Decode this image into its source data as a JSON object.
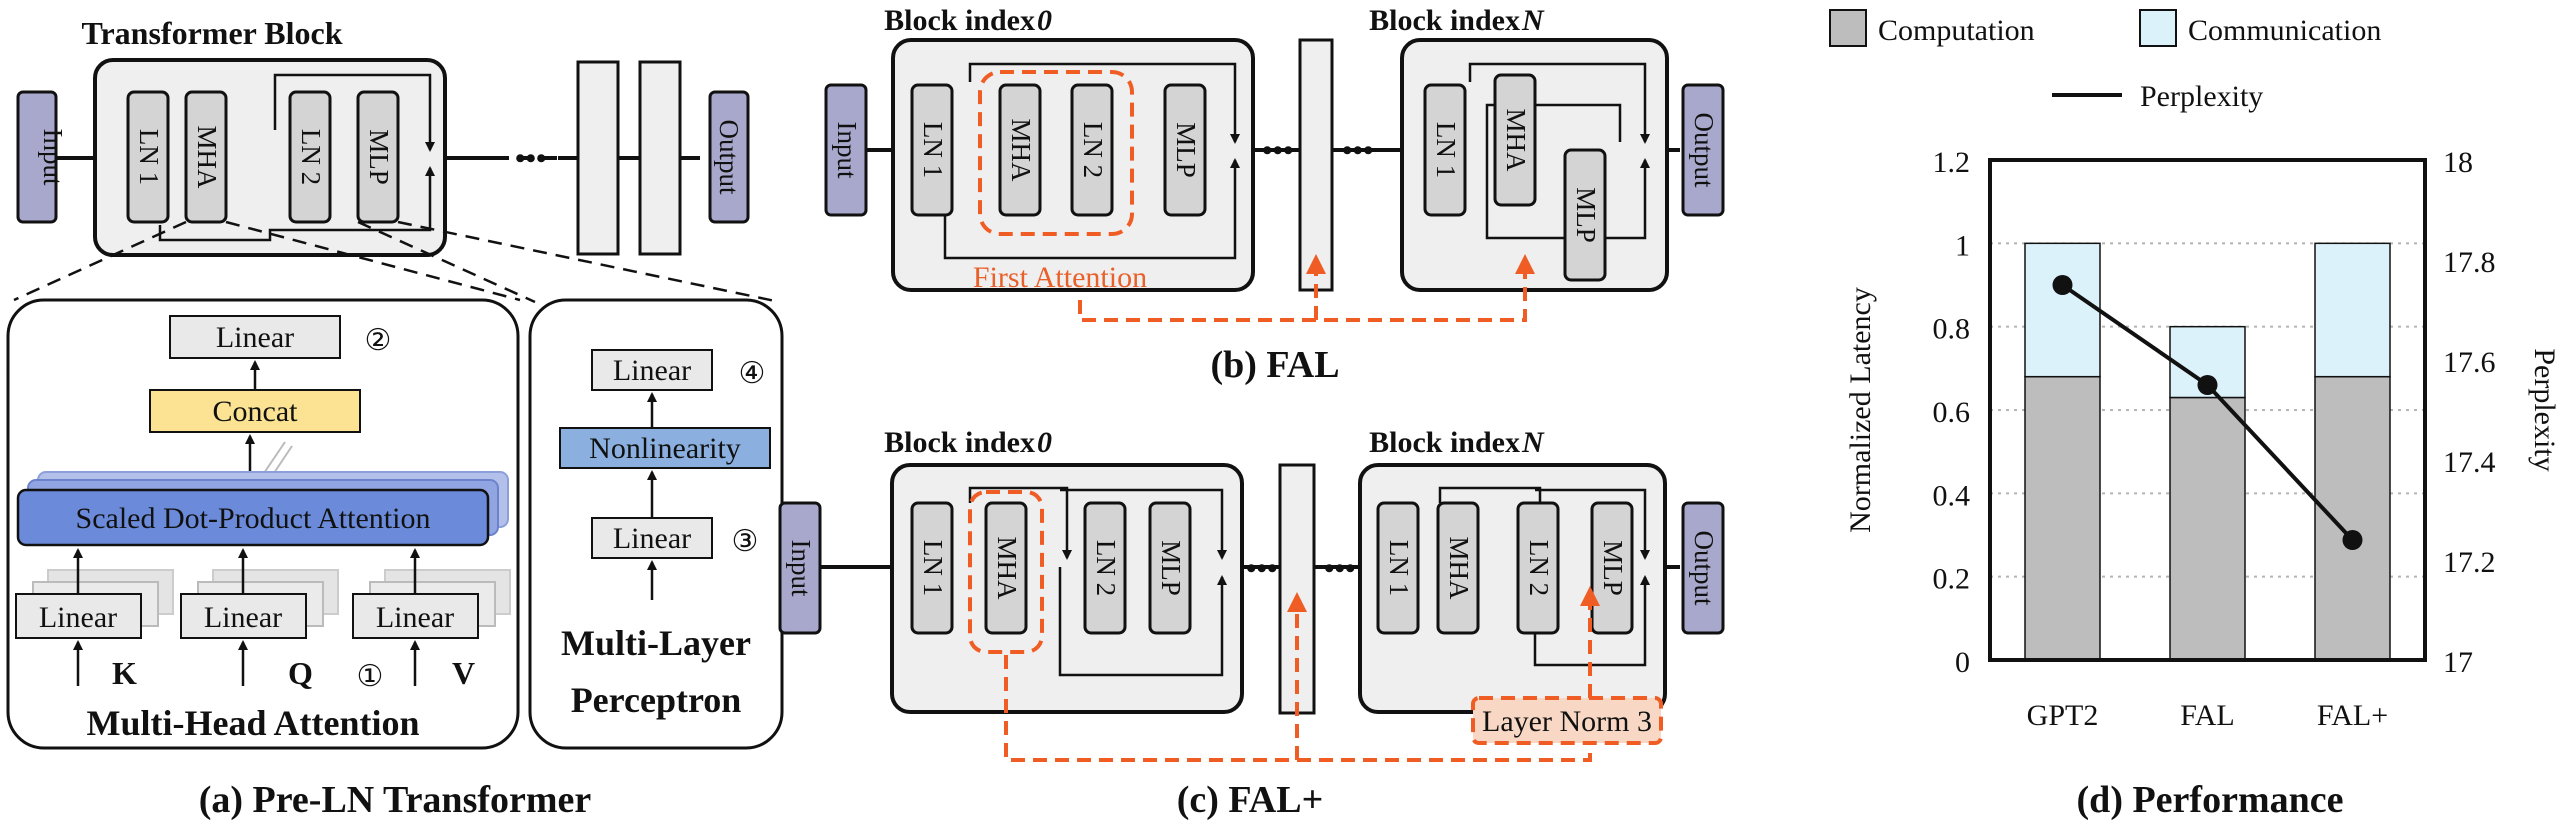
{
  "panel_a": {
    "title": "Transformer Block",
    "input": "Input",
    "output": "Output",
    "ln1": "LN 1",
    "mha": "MHA",
    "ln2": "LN 2",
    "mlp": "MLP",
    "ellipsis": "•••",
    "mha_detail": {
      "linear": "Linear",
      "concat": "Concat",
      "sdpa": "Scaled Dot-Product Attention",
      "k": "K",
      "q": "Q",
      "v": "V",
      "marker1": "①",
      "marker2": "②",
      "title": "Multi-Head Attention"
    },
    "mlp_detail": {
      "linear": "Linear",
      "nonlinearity": "Nonlinearity",
      "marker3": "③",
      "marker4": "④",
      "title_line1": "Multi-Layer",
      "title_line2": "Perceptron"
    },
    "caption": "(a) Pre-LN Transformer"
  },
  "panel_b": {
    "block0": "Block index ",
    "block0_idx": "0",
    "blockN": "Block index ",
    "blockN_idx": "N",
    "first_attention": "First Attention",
    "caption": "(b) FAL"
  },
  "panel_c": {
    "block0": "Block index ",
    "block0_idx": "0",
    "blockN": "Block index ",
    "blockN_idx": "N",
    "layer_norm3": "Layer Norm 3",
    "caption": "(c) FAL+"
  },
  "panel_d": {
    "legend": {
      "computation": "Computation",
      "communication": "Communication",
      "perplexity": "Perplexity"
    },
    "ylabel_left": "Normalized Latency",
    "ylabel_right": "Perplexity",
    "caption": "(d) Performance"
  },
  "chart_data": {
    "type": "bar",
    "categories": [
      "GPT2",
      "FAL",
      "FAL+"
    ],
    "series": [
      {
        "name": "Computation",
        "values": [
          0.68,
          0.63,
          0.68
        ],
        "color": "#bdbdbd"
      },
      {
        "name": "Communication",
        "values": [
          0.32,
          0.17,
          0.32
        ],
        "color": "#dcf2fa"
      }
    ],
    "line_series": {
      "name": "Perplexity",
      "values": [
        17.75,
        17.55,
        17.24
      ],
      "axis": "right"
    },
    "ylabel": "Normalized Latency",
    "ylim": [
      0,
      1.2
    ],
    "yticks": [
      "0",
      "0.2",
      "0.4",
      "0.6",
      "0.8",
      "1",
      "1.2"
    ],
    "y2label": "Perplexity",
    "y2lim": [
      17,
      18
    ],
    "y2ticks": [
      "17",
      "17.2",
      "17.4",
      "17.6",
      "17.8",
      "18"
    ],
    "stacked": true,
    "grid": "horizontal dotted",
    "legend": "top"
  }
}
